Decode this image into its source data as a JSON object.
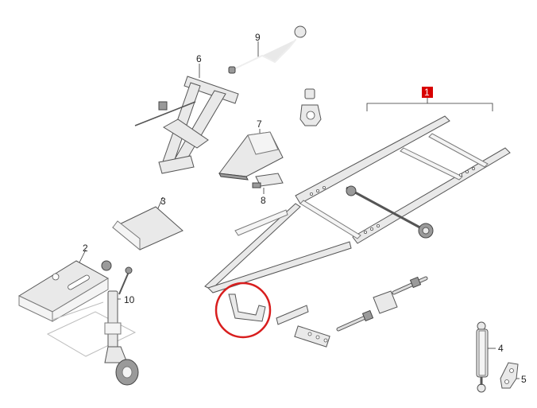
{
  "callouts": {
    "p1": "1",
    "p2": "2",
    "p3": "3",
    "p4": "4",
    "p5": "5",
    "p6": "6",
    "p7": "7",
    "p8": "8",
    "p9": "9",
    "p10": "10"
  },
  "colors": {
    "highlight_badge": "#d80000",
    "highlight_circle": "#d81e1e",
    "line": "#555555",
    "fill": "#e9e9e9"
  },
  "highlighted_part": "1"
}
